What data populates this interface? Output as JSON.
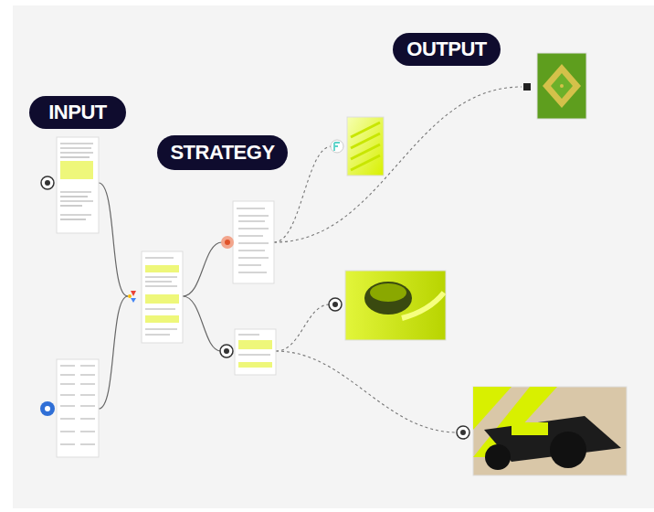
{
  "diagram": {
    "nodes": [
      {
        "text": [
          "INPUT"
        ]
      },
      {
        "text": [
          "STRATEGY"
        ]
      },
      {
        "text": [
          "OUTPUT"
        ]
      }
    ]
  }
}
